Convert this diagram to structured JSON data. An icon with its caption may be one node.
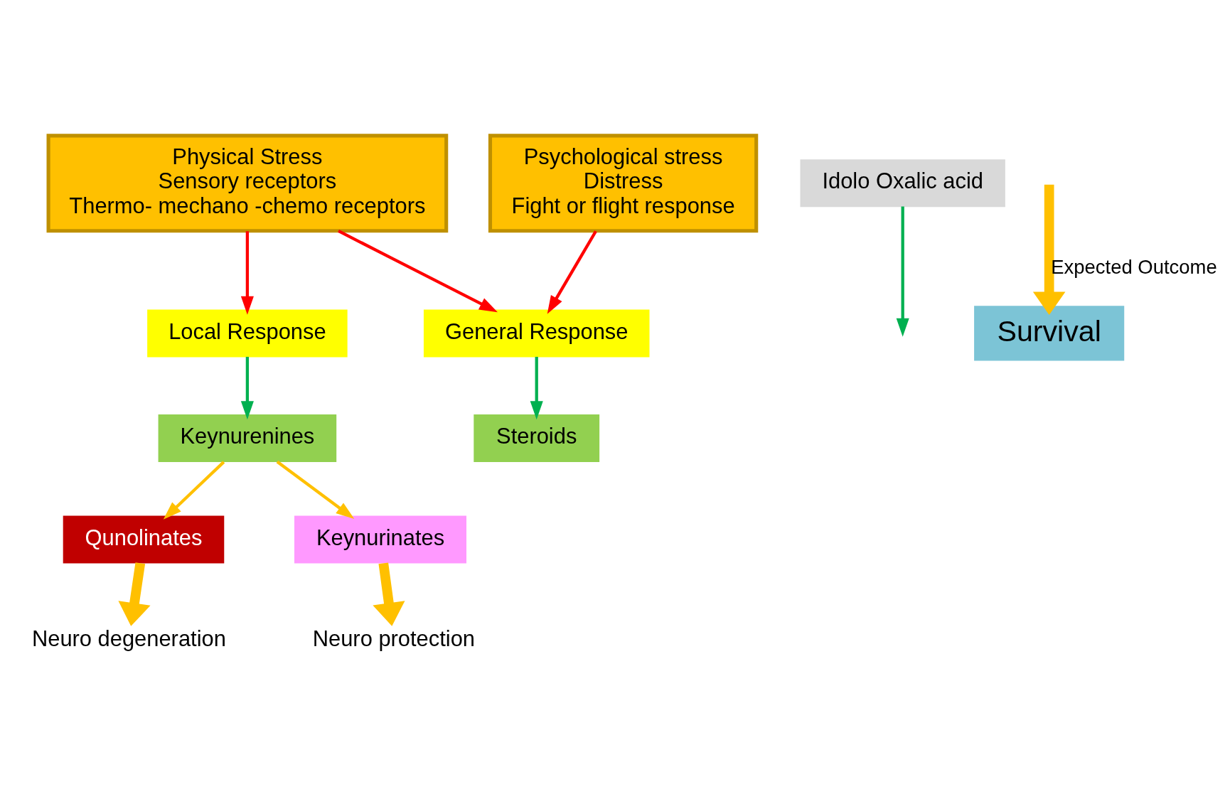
{
  "diagram": {
    "nodes": [
      {
        "text": [
          "Physical Stress",
          "Sensory receptors",
          "Thermo- mechano -chemo receptors"
        ]
      },
      {
        "text": [
          "Psychological stress",
          "Distress",
          "Fight or flight response"
        ]
      },
      {
        "text": [
          "Local Response"
        ]
      },
      {
        "text": [
          "General Response"
        ]
      },
      {
        "text": [
          "Keynurenines"
        ]
      },
      {
        "text": [
          "Steroids"
        ]
      },
      {
        "text": [
          "Idolo Oxalic acid"
        ]
      },
      {
        "text": [
          "Qunolinates"
        ]
      },
      {
        "text": [
          "Keynurinates"
        ]
      },
      {
        "text": [
          "Survival"
        ]
      },
      {
        "text": [
          "Neuro degeneration"
        ]
      },
      {
        "text": [
          "Neuro protection"
        ]
      }
    ],
    "edges": [
      {
        "from": 0,
        "to": 2,
        "arrow": "to",
        "color": "#ff0000"
      },
      {
        "from": 0,
        "to": 3,
        "arrow": "to",
        "color": "#ff0000"
      },
      {
        "from": 1,
        "to": 3,
        "arrow": "to",
        "color": "#ff0000"
      },
      {
        "from": 2,
        "to": 4,
        "arrow": "to",
        "color": "#00b050"
      },
      {
        "from": 3,
        "to": 5,
        "arrow": "to",
        "color": "#00b050"
      },
      {
        "from": 6,
        "to": null,
        "arrow": "to",
        "color": "#00b050"
      },
      {
        "from": 4,
        "to": 7,
        "arrow": "to",
        "color": "#ffc000"
      },
      {
        "from": 4,
        "to": 8,
        "arrow": "to",
        "color": "#ffc000"
      },
      {
        "from": null,
        "to": 9,
        "arrow": "to",
        "label": "Expected Outcome",
        "style": "thick",
        "color": "#ffc000"
      },
      {
        "from": 7,
        "to": 10,
        "arrow": "to",
        "style": "thick",
        "color": "#ffc000"
      },
      {
        "from": 8,
        "to": 11,
        "arrow": "to",
        "style": "thick",
        "color": "#ffc000"
      }
    ]
  }
}
